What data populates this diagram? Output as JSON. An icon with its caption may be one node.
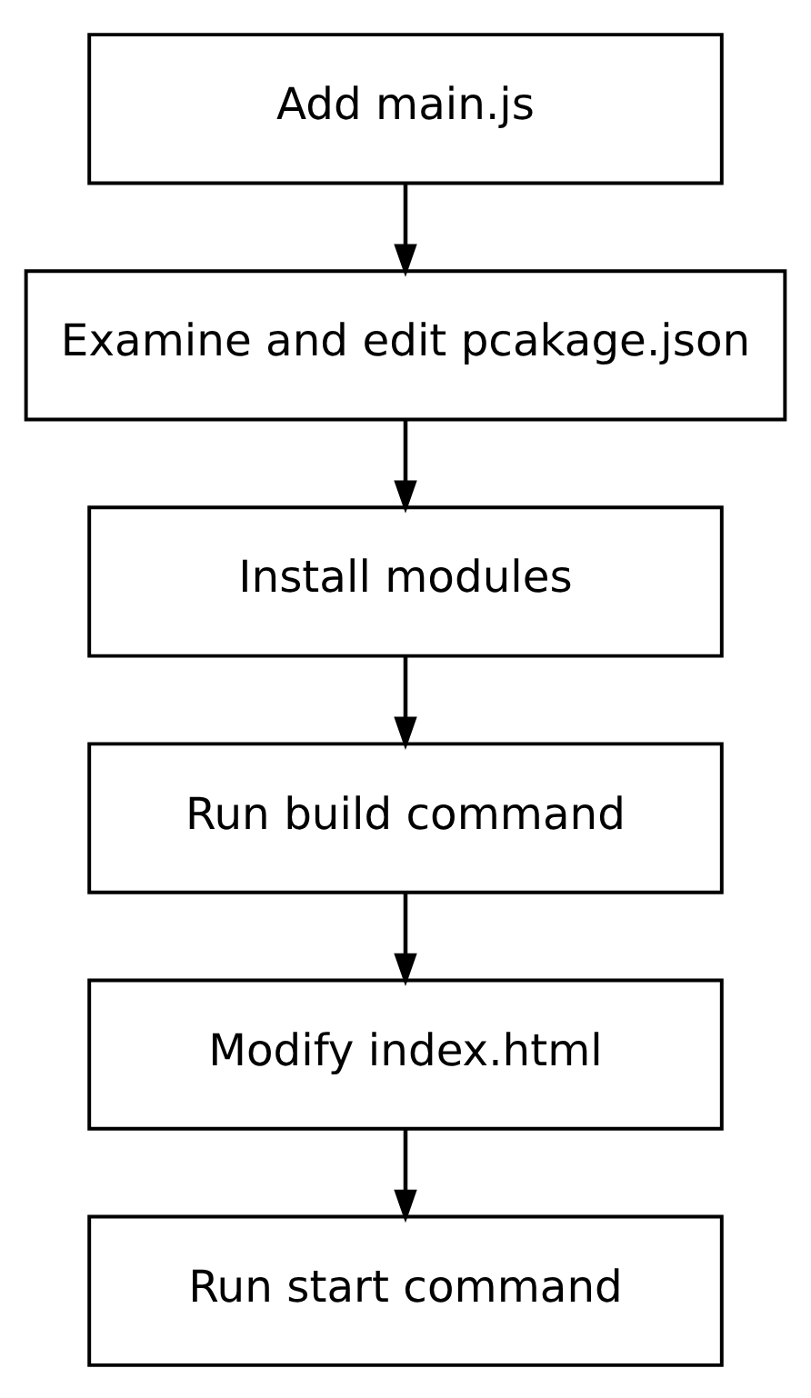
{
  "diagram": {
    "nodes": [
      {
        "text": [
          "Add main.js"
        ]
      },
      {
        "text": [
          "Examine and edit pcakage.json"
        ]
      },
      {
        "text": [
          "Install modules"
        ]
      },
      {
        "text": [
          "Run build command"
        ]
      },
      {
        "text": [
          "Modify index.html"
        ]
      },
      {
        "text": [
          "Run start command"
        ]
      }
    ],
    "edges": [
      {
        "from": 0,
        "to": 1,
        "arrow": "to"
      },
      {
        "from": 1,
        "to": 2,
        "arrow": "to"
      },
      {
        "from": 2,
        "to": 3,
        "arrow": "to"
      },
      {
        "from": 3,
        "to": 4,
        "arrow": "to"
      },
      {
        "from": 4,
        "to": 5,
        "arrow": "to"
      }
    ]
  }
}
